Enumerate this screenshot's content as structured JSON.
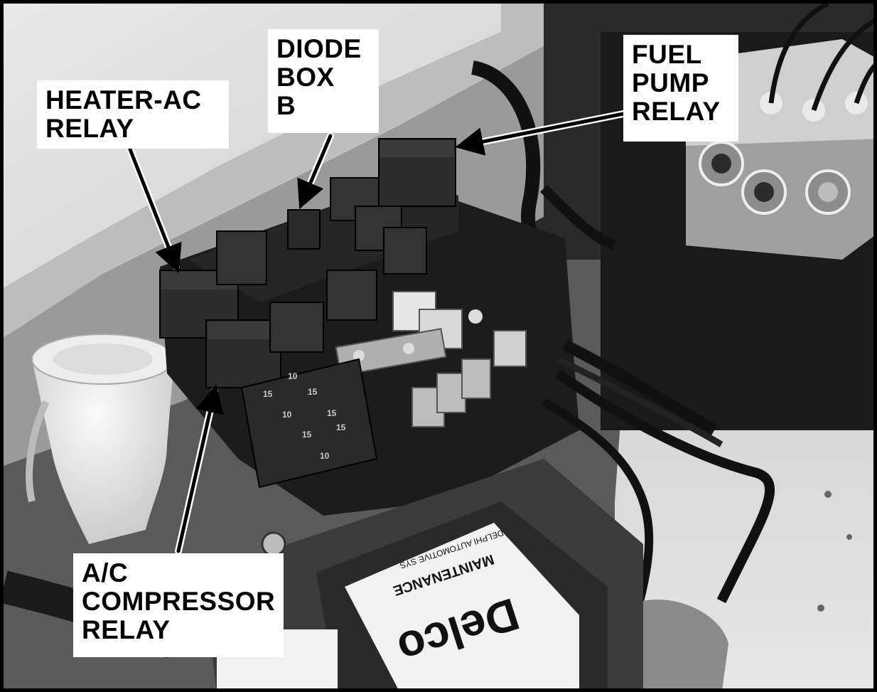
{
  "image": {
    "subject": "engine compartment fuse and relay box",
    "colors": {
      "border": "#000000",
      "label_bg": "#ffffff",
      "label_text": "#000000"
    }
  },
  "callouts": {
    "heater_ac_relay": {
      "lines": [
        "HEATER-AC",
        "RELAY"
      ]
    },
    "diode_box_b": {
      "lines": [
        "DIODE",
        "BOX",
        "B"
      ]
    },
    "fuel_pump_relay": {
      "lines": [
        "FUEL",
        "PUMP",
        "RELAY"
      ]
    },
    "ac_compressor_relay": {
      "lines": [
        "A/C",
        "COMPRESSOR",
        "RELAY"
      ]
    }
  },
  "fuse_labels": [
    "10",
    "15",
    "15",
    "10",
    "15",
    "15",
    "15",
    "10"
  ],
  "battery": {
    "brand": "Delco",
    "sub": "MAINTENANCE",
    "maker": "DELPHI AUTOMOTIVE SYS"
  }
}
